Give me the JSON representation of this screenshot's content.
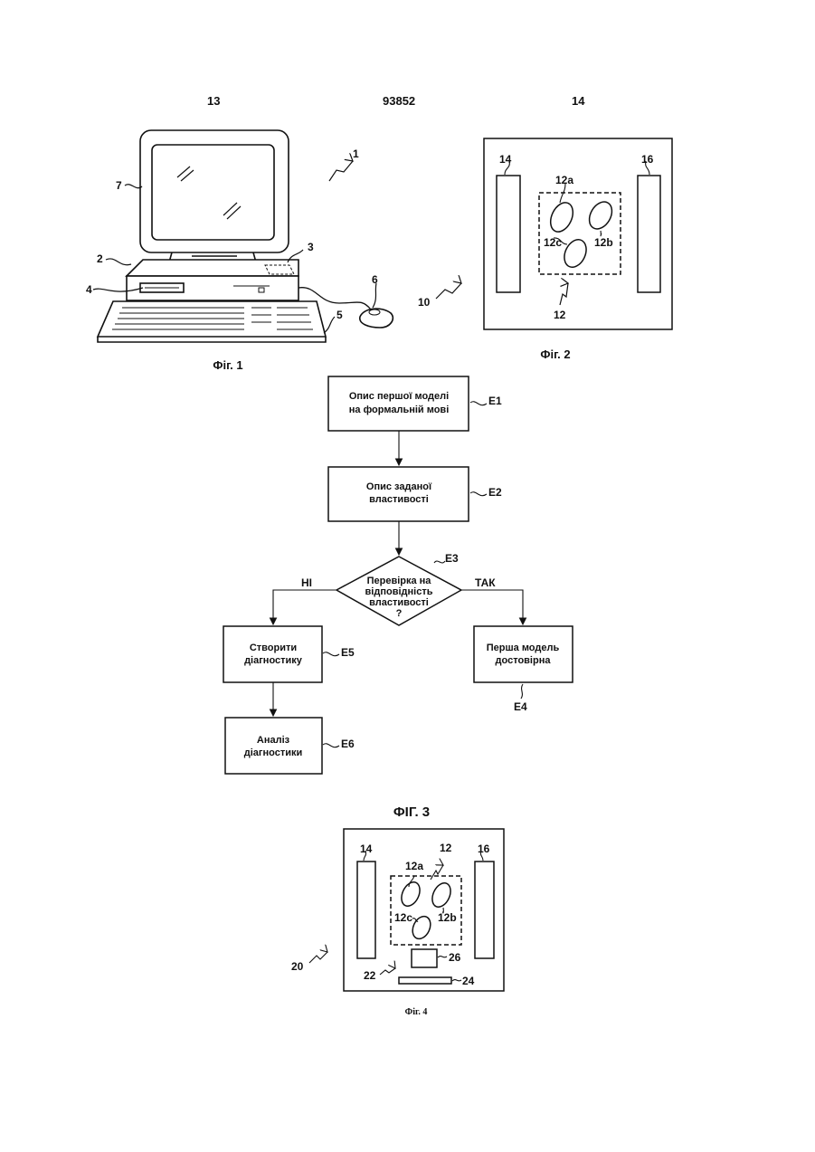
{
  "header": {
    "left_page": "13",
    "patent_no": "93852",
    "right_page": "14"
  },
  "fig1": {
    "caption": "Фіг. 1",
    "refs": {
      "system": "1",
      "unit": "2",
      "drive": "3",
      "slot": "4",
      "keyboard": "5",
      "mouse": "6",
      "monitor": "7"
    }
  },
  "fig2": {
    "caption": "Фіг. 2",
    "refs": {
      "system": "10",
      "left_block": "14",
      "right_block": "16",
      "model": "12",
      "a": "12a",
      "b": "12b",
      "c": "12c"
    }
  },
  "fig3": {
    "caption": "ФІГ. 3",
    "steps": {
      "e1": {
        "line1": "Опис першої моделі",
        "line2": "на формальній мові",
        "id": "E1"
      },
      "e2": {
        "line1": "Опис заданої",
        "line2": "властивості",
        "id": "E2"
      },
      "e3": {
        "line1": "Перевірка на",
        "line2": "відповідність",
        "line3": "властивості",
        "line4": "?",
        "id": "E3"
      },
      "e4": {
        "line1": "Перша модель",
        "line2": "достовірна",
        "id": "E4"
      },
      "e5": {
        "line1": "Створити",
        "line2": "діагностику",
        "id": "E5"
      },
      "e6": {
        "line1": "Аналіз",
        "line2": "діагностики",
        "id": "E6"
      }
    },
    "no_label": "НІ",
    "yes_label": "ТАК"
  },
  "fig4": {
    "caption": "Фіг. 4",
    "refs": {
      "system": "20",
      "left_block": "14",
      "right_block": "16",
      "model": "12",
      "a": "12a",
      "b": "12b",
      "c": "12c",
      "diag": "22",
      "bar": "24",
      "box": "26"
    }
  }
}
